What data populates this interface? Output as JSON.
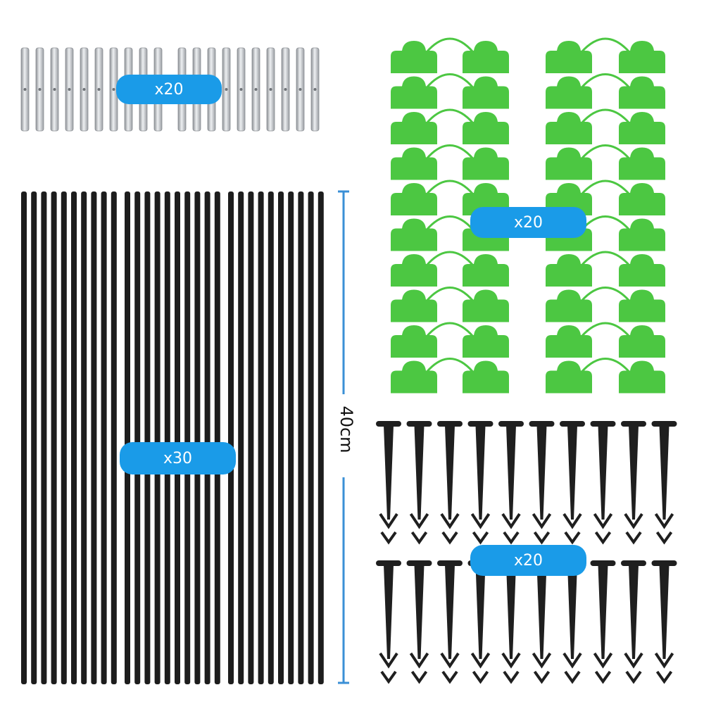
{
  "image": {
    "colors": {
      "background": "#ffffff",
      "badge": "#1a9be8",
      "rod": "#1d1d1d",
      "connector": "#b9bcc0",
      "clip_green": "#4cc742",
      "stake": "#1f1f1f",
      "dimension_line": "#3a8fd6"
    },
    "items": [
      {
        "part": "connectors",
        "label": "x20",
        "count": 20
      },
      {
        "part": "rods",
        "label": "x30",
        "count": 30
      },
      {
        "part": "clips",
        "label": "x20",
        "count": 20
      },
      {
        "part": "stakes",
        "label": "x20",
        "count": 20
      }
    ],
    "dimension": {
      "label": "40cm"
    }
  }
}
